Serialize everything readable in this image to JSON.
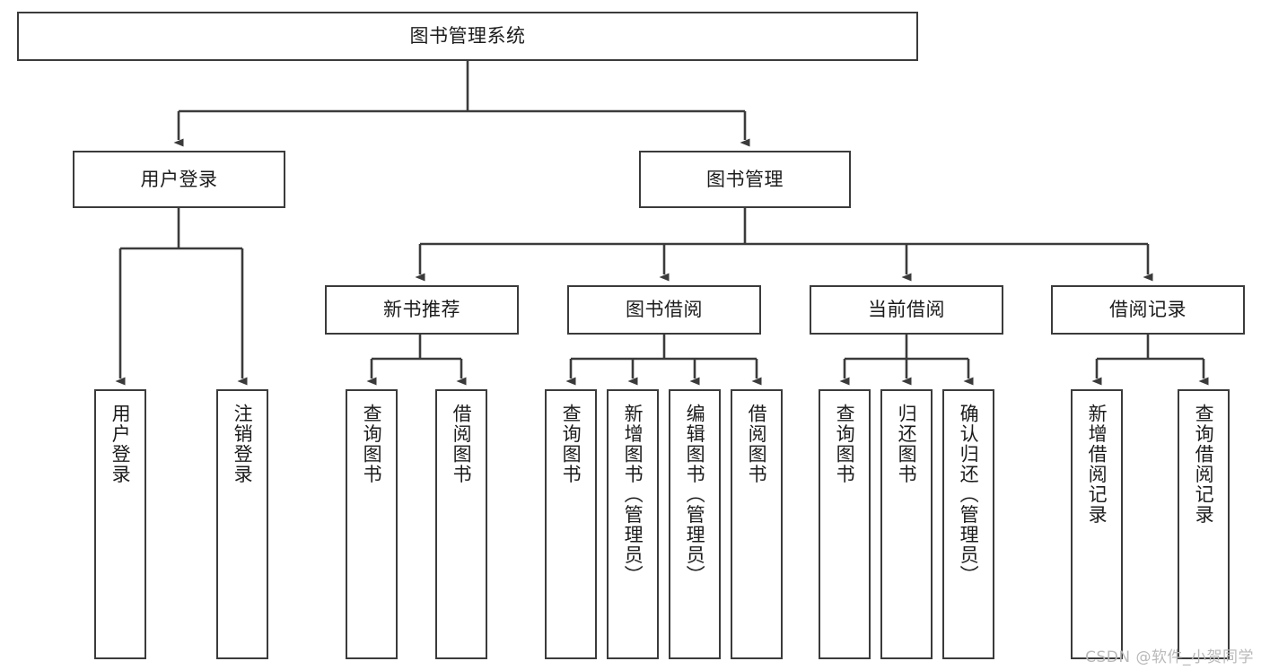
{
  "diagram": {
    "title": "图书管理系统",
    "type": "tree-hierarchy-chart",
    "watermark": "CSDN @软件_小贺同学",
    "colors": {
      "box_border": "#3b3b3b",
      "box_fill": "#ffffff",
      "connector": "#3b3b3b",
      "text": "#1c1c1c",
      "background": "#ffffff",
      "watermark": "#b9b9b9"
    },
    "root": {
      "label": "图书管理系统"
    },
    "level2": [
      {
        "label": "用户登录"
      },
      {
        "label": "图书管理"
      }
    ],
    "level3": [
      {
        "label": "新书推荐"
      },
      {
        "label": "图书借阅"
      },
      {
        "label": "当前借阅"
      },
      {
        "label": "借阅记录"
      }
    ],
    "leaves": {
      "user_login": [
        {
          "label": "用户登录"
        },
        {
          "label": "注销登录"
        }
      ],
      "new_book_recommend": [
        {
          "label": "查询图书"
        },
        {
          "label": "借阅图书"
        }
      ],
      "book_borrow": [
        {
          "label": "查询图书"
        },
        {
          "label": "新增图书（管理员）"
        },
        {
          "label": "编辑图书（管理员）"
        },
        {
          "label": "借阅图书"
        }
      ],
      "current_borrow": [
        {
          "label": "查询图书"
        },
        {
          "label": "归还图书"
        },
        {
          "label": "确认归还（管理员）"
        }
      ],
      "borrow_record": [
        {
          "label": "新增借阅记录"
        },
        {
          "label": "查询借阅记录"
        }
      ]
    }
  }
}
